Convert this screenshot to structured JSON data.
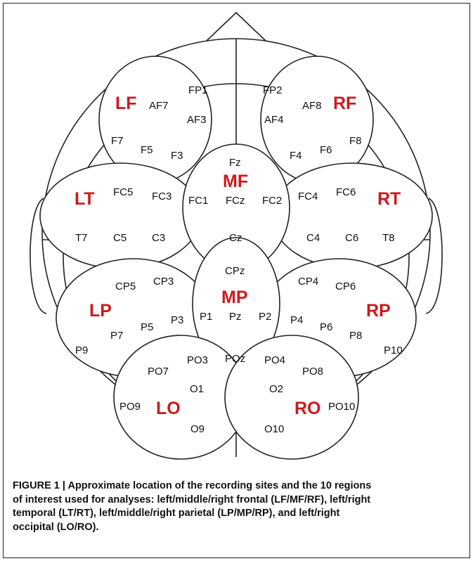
{
  "caption": {
    "label": "FIGURE 1 |",
    "text": "Approximate location of the recording sites and the 10 regions of interest used for analyses: left/middle/right frontal (LF/MF/RF), left/right temporal (LT/RT), left/middle/right parietal (LP/MP/RP), and left/right occipital (LO/RO)."
  },
  "regions": [
    "LF",
    "RF",
    "MF",
    "LT",
    "RT",
    "LP",
    "MP",
    "RP",
    "LO",
    "RO"
  ],
  "electrodes": [
    "FP1",
    "AF7",
    "AF3",
    "F7",
    "F5",
    "F3",
    "FP2",
    "AF8",
    "AF4",
    "F4",
    "F6",
    "F8",
    "Fz",
    "FC1",
    "FCz",
    "FC2",
    "Cz",
    "FC5",
    "FC3",
    "T7",
    "C5",
    "C3",
    "FC4",
    "FC6",
    "C4",
    "C6",
    "T8",
    "CP5",
    "CP3",
    "P7",
    "P5",
    "P3",
    "P9",
    "CPz",
    "P1",
    "Pz",
    "P2",
    "POz",
    "CP4",
    "CP6",
    "P4",
    "P6",
    "P8",
    "P10",
    "PO3",
    "PO7",
    "O1",
    "PO9",
    "O9",
    "PO4",
    "PO8",
    "O2",
    "PO10",
    "O10"
  ],
  "colors": {
    "region_label": "#d0181c",
    "lines": "#222222"
  }
}
